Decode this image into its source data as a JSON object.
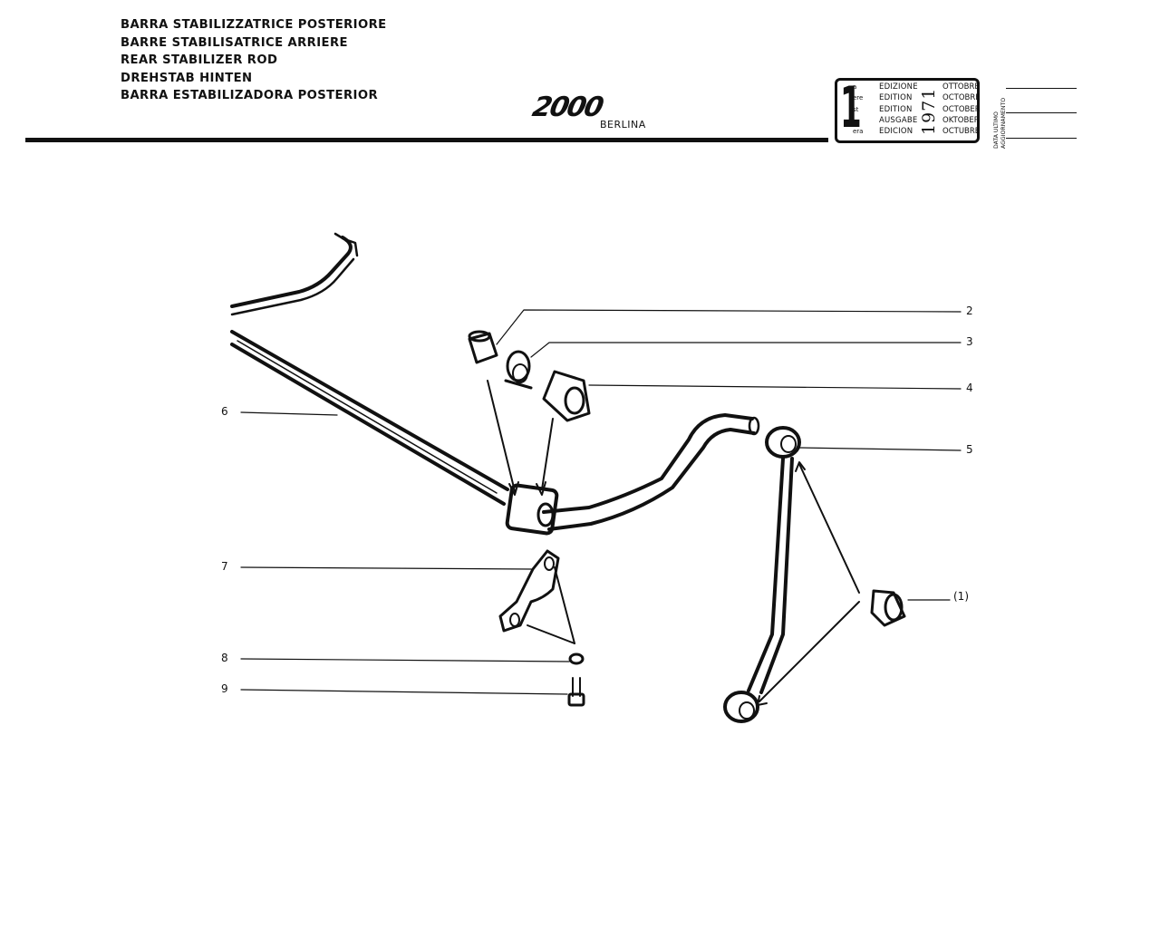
{
  "header": {
    "titles": [
      "BARRA STABILIZZATRICE POSTERIORE",
      "BARRE STABILISATRICE ARRIERE",
      "REAR STABILIZER ROD",
      "DREHSTAB HINTEN",
      "BARRA ESTABILIZADORA POSTERIOR"
    ],
    "logo": "2000",
    "model": "BERLINA"
  },
  "edition_box": {
    "number": "1",
    "suffixes": [
      "a",
      "ere",
      "st",
      ".",
      "era"
    ],
    "labels": [
      "EDIZIONE",
      "EDITION",
      "EDITION",
      "AUSGABE",
      "EDICION"
    ],
    "year": "1971",
    "months": [
      "OTTOBRE",
      "OCTOBRE",
      "OCTOBER",
      "OKTOBER",
      "OCTUBRE"
    ],
    "update_label_line1": "DATA ULTIMO",
    "update_label_line2": "AGGIORNAMENTO"
  },
  "callouts": {
    "c2": "2",
    "c3": "3",
    "c4": "4",
    "c5": "5",
    "c6": "6",
    "c7": "7",
    "c8": "8",
    "c9": "9",
    "c1": "(1)"
  }
}
